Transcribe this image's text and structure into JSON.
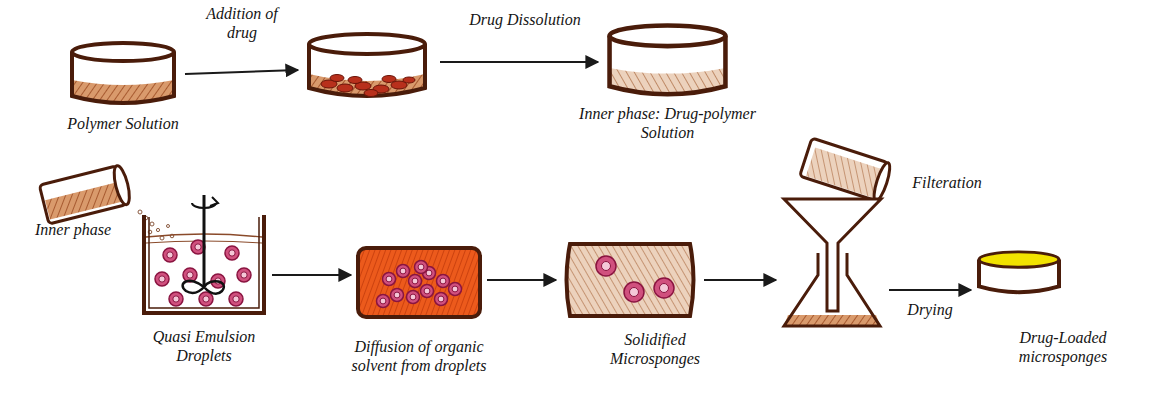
{
  "diagram": {
    "nodes": [
      {
        "text": [
          "Polymer Solution"
        ]
      },
      {
        "text": [
          "Inner phase: Drug-polymer Solution"
        ]
      },
      {
        "text": [
          "Inner phase"
        ]
      },
      {
        "text": [
          "Quasi Emulsion Droplets"
        ]
      },
      {
        "text": [
          "Diffusion of organic solvent from droplets"
        ]
      },
      {
        "text": [
          "Solidified Microsponges"
        ]
      },
      {
        "text": [
          "Filteration"
        ]
      },
      {
        "text": [
          "Drug-Loaded microsponges"
        ]
      }
    ],
    "edges": [
      {
        "from": 3,
        "to": 4,
        "arrow": "to"
      },
      {
        "from": 4,
        "to": 5,
        "arrow": "to"
      },
      {
        "from": 5,
        "to": 6,
        "arrow": "to"
      },
      {
        "from": 6,
        "to": 7,
        "label": "Drying",
        "arrow": "to"
      }
    ],
    "labels": [
      "Addition of drug",
      "Drug Dissolution"
    ]
  }
}
